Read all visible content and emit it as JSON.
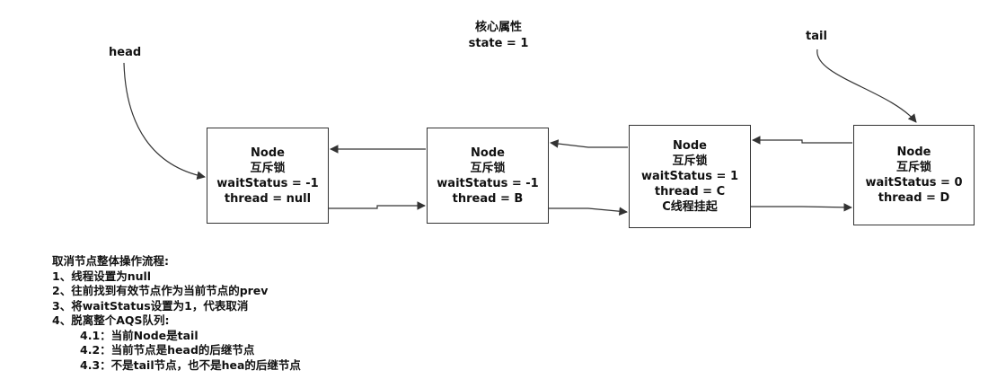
{
  "core": {
    "heading": "核心属性",
    "state": "state = 1"
  },
  "pointers": {
    "head": "head",
    "tail": "tail"
  },
  "nodes": [
    {
      "title": "Node",
      "lock": "互斥锁",
      "wait_status": "waitStatus = -1",
      "thread": "thread = null"
    },
    {
      "title": "Node",
      "lock": "互斥锁",
      "wait_status": "waitStatus = -1",
      "thread": "thread = B"
    },
    {
      "title": "Node",
      "lock": "互斥锁",
      "wait_status": "waitStatus = 1",
      "thread": "thread = C",
      "note": "C线程挂起"
    },
    {
      "title": "Node",
      "lock": "互斥锁",
      "wait_status": "waitStatus = 0",
      "thread": "thread = D"
    }
  ],
  "procedure": {
    "heading": "取消节点整体操作流程:",
    "steps": [
      "1、线程设置为null",
      "2、往前找到有效节点作为当前节点的prev",
      "3、将waitStatus设置为1，代表取消",
      "4、脱离整个AQS队列:"
    ],
    "substeps": [
      "4.1：当前Node是tail",
      "4.2：当前节点是head的后继节点",
      "4.3：不是tail节点，也不是hea的后继节点"
    ]
  }
}
